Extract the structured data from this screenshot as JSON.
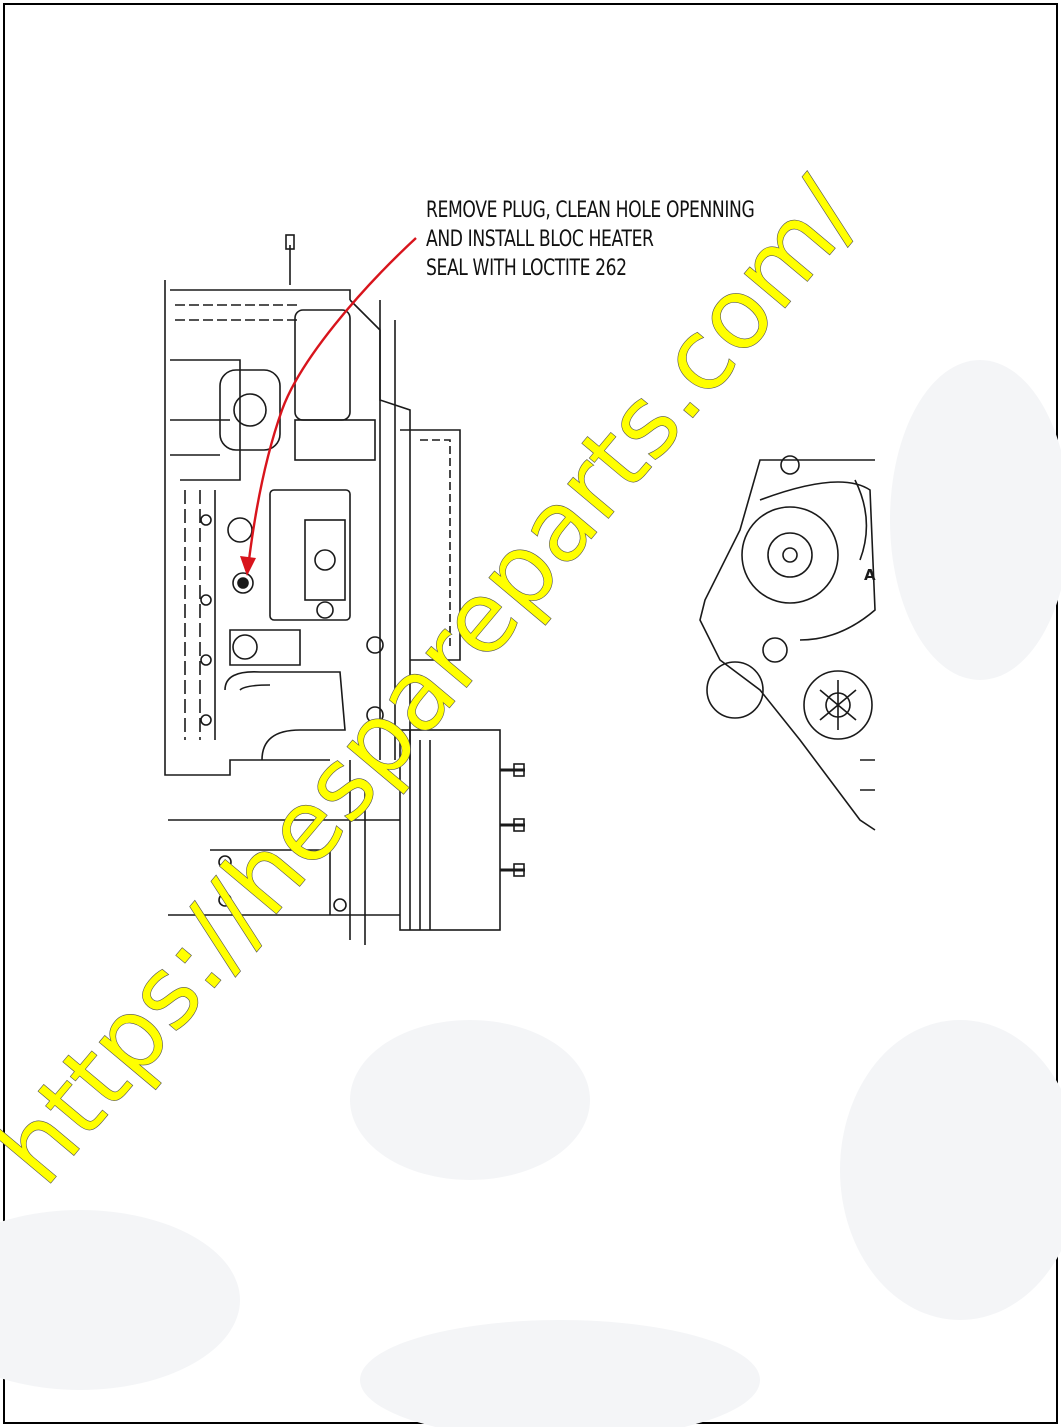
{
  "callout": {
    "line1": "REMOVE PLUG, CLEAN HOLE OPENNING",
    "line2": "AND INSTALL BLOC HEATER",
    "line3": "SEAL WITH LOCTITE  262"
  },
  "drawing_labels": {
    "edge_marker": "A"
  },
  "watermark": {
    "text": "https://hespareparts.com/",
    "color": "#ffff00"
  },
  "colors": {
    "arrow": "#d8141c",
    "line_art": "#1a1a1a"
  }
}
